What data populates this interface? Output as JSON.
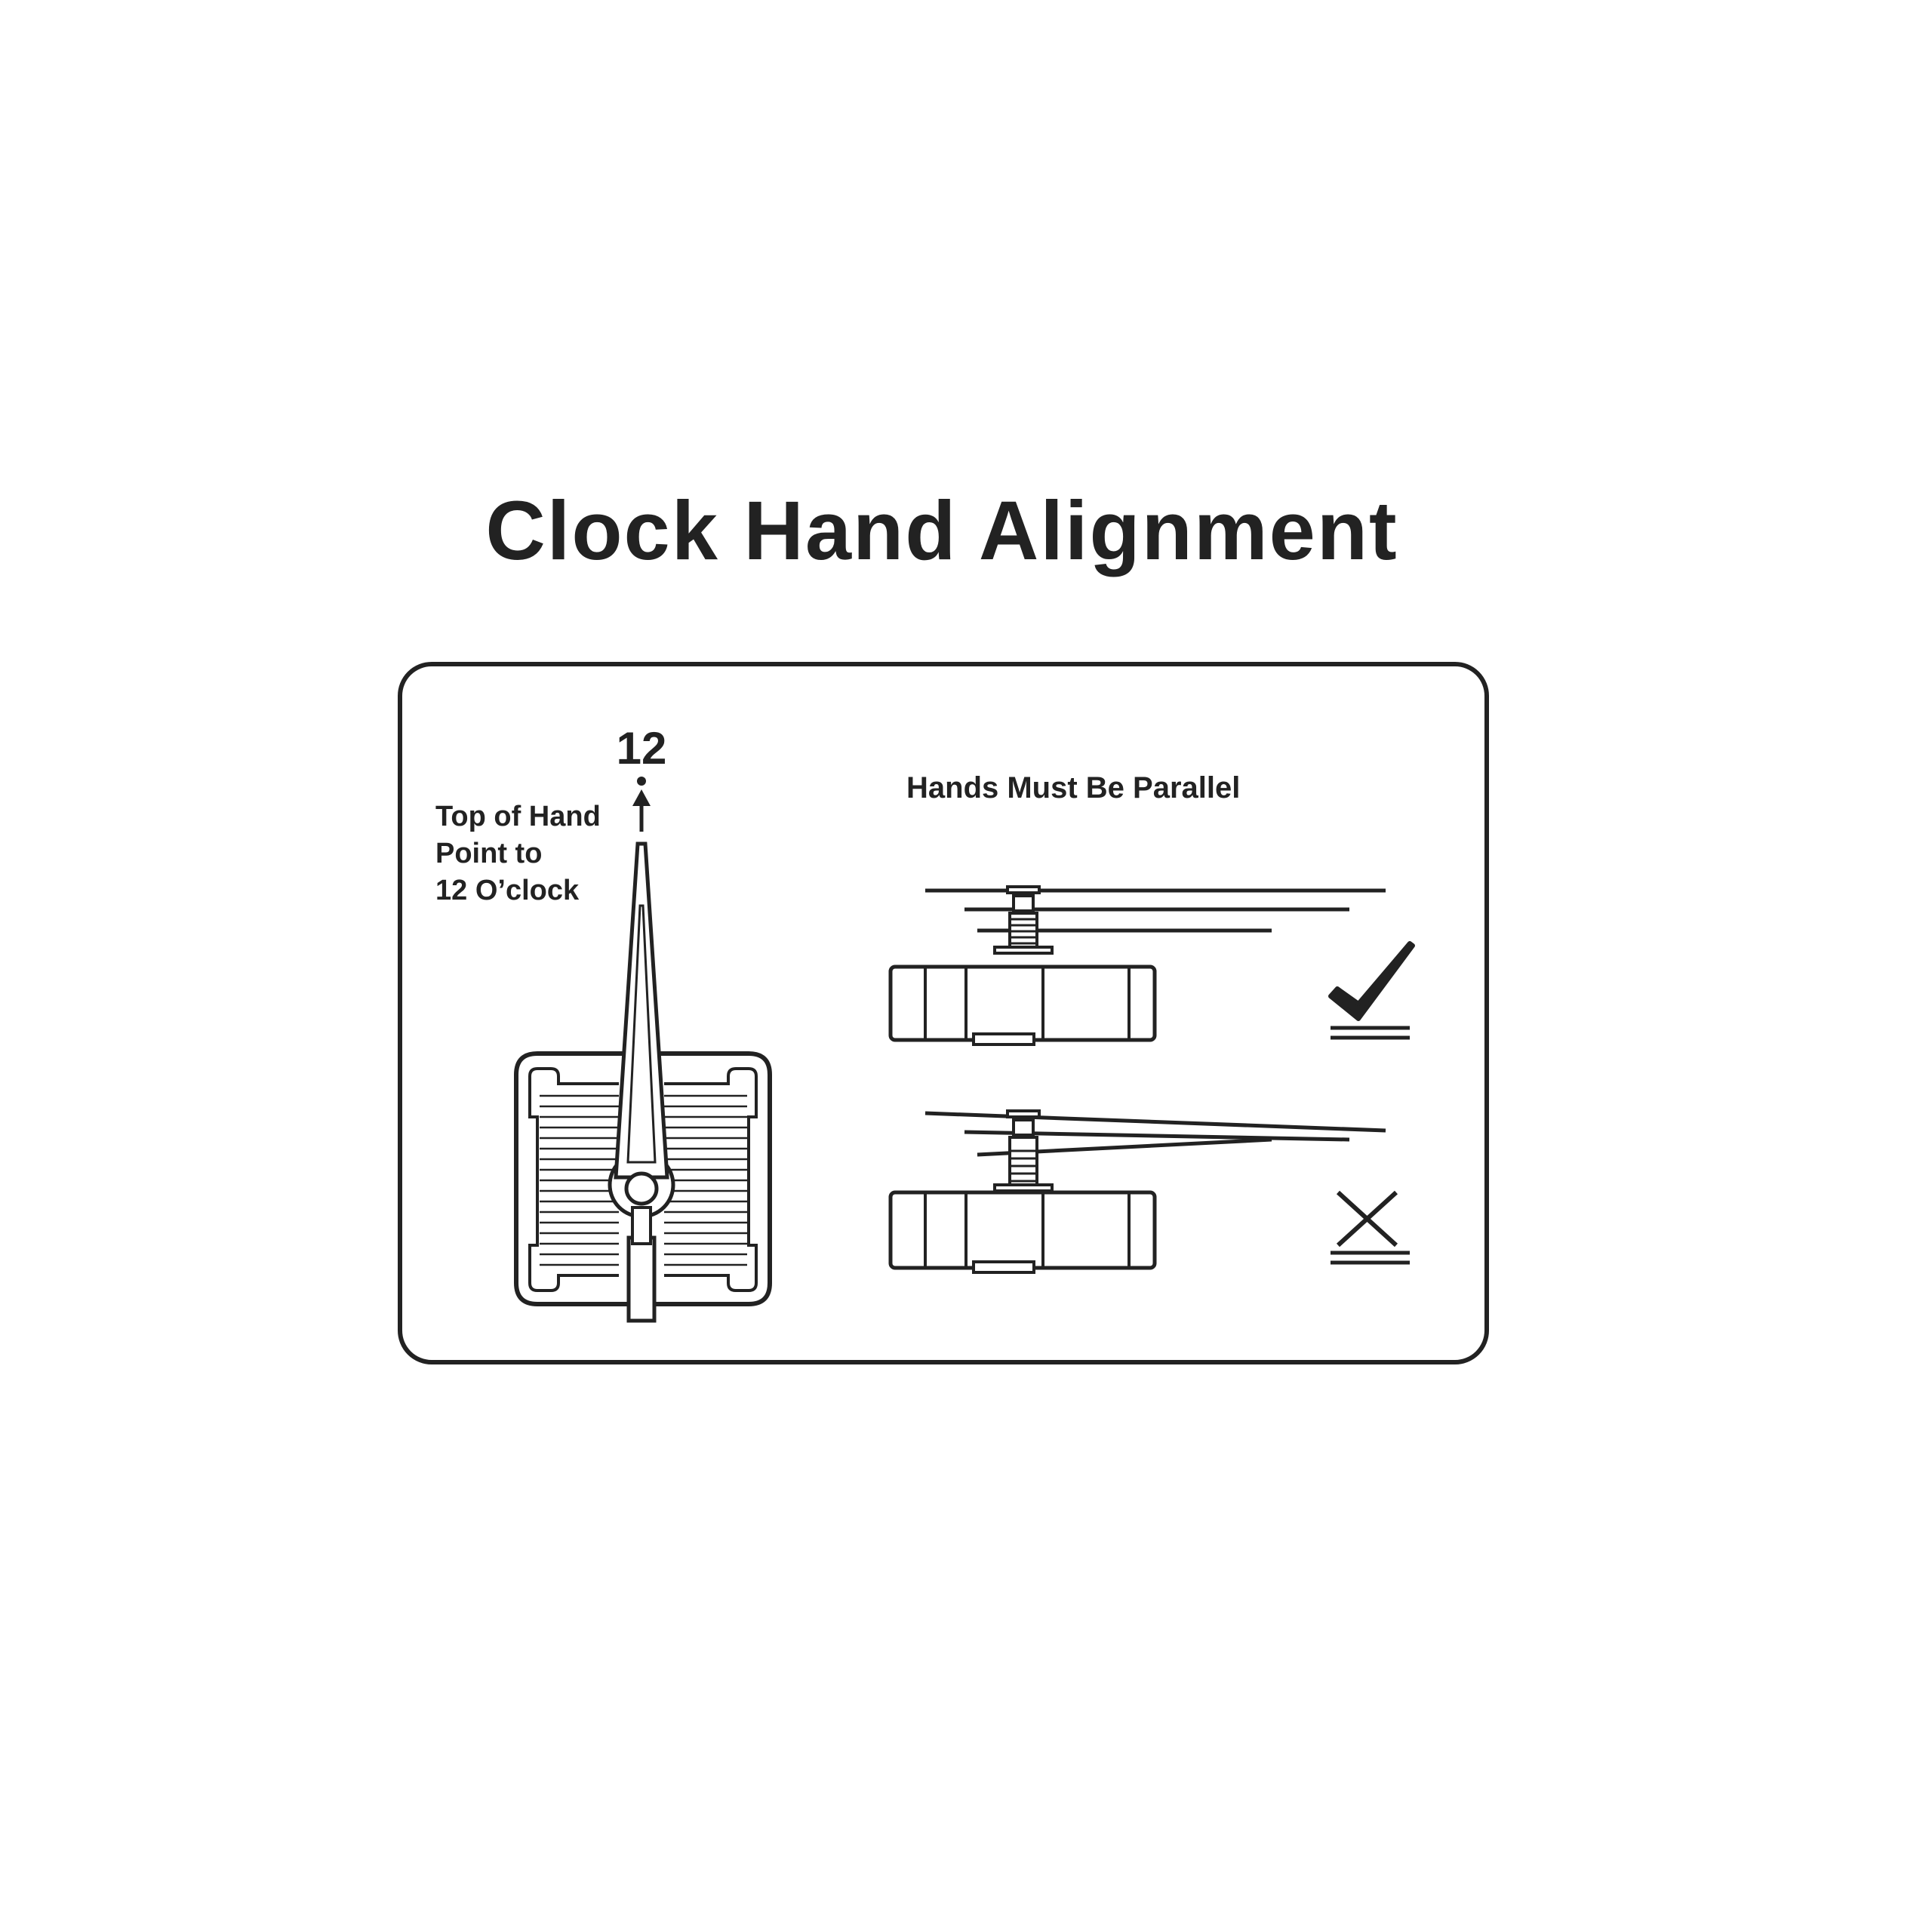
{
  "title": "Clock Hand Alignment",
  "left_panel": {
    "twelve_label": "12",
    "instruction_lines": [
      "Top of Hand",
      "Point to",
      "12 O’clock"
    ]
  },
  "right_panel": {
    "heading": "Hands Must Be Parallel",
    "correct_mark": "check-icon",
    "incorrect_mark": "cross-icon"
  },
  "colors": {
    "ink": "#222222",
    "background": "#ffffff"
  }
}
